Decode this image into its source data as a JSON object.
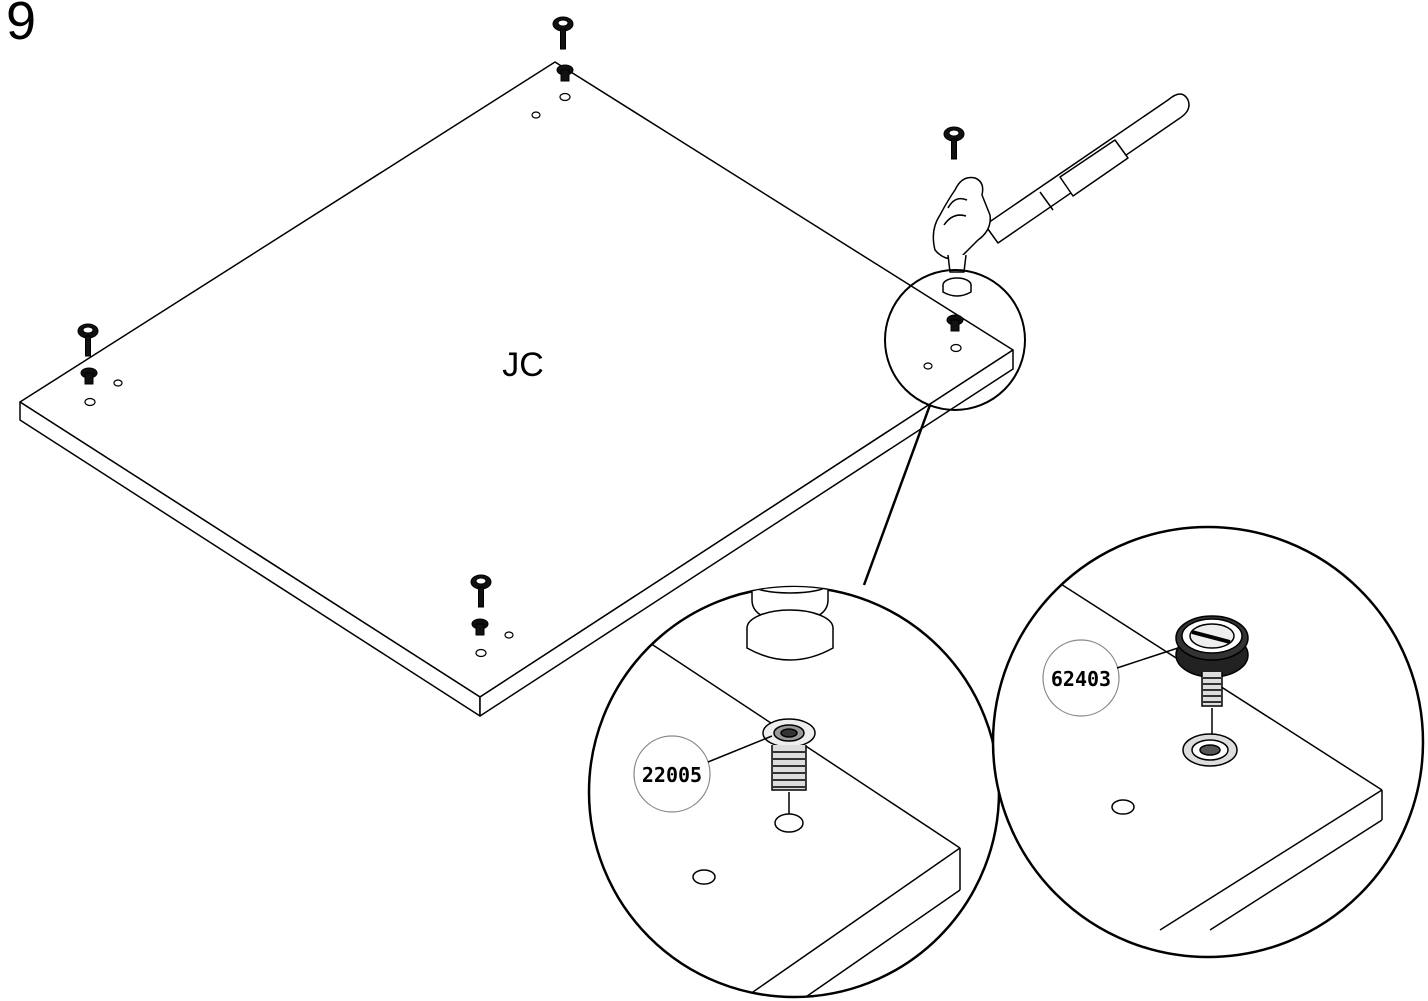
{
  "step": {
    "number": "9"
  },
  "panel": {
    "label": "JC"
  },
  "parts": {
    "insert": {
      "code": "22005"
    },
    "screw": {
      "code": "62403"
    }
  }
}
